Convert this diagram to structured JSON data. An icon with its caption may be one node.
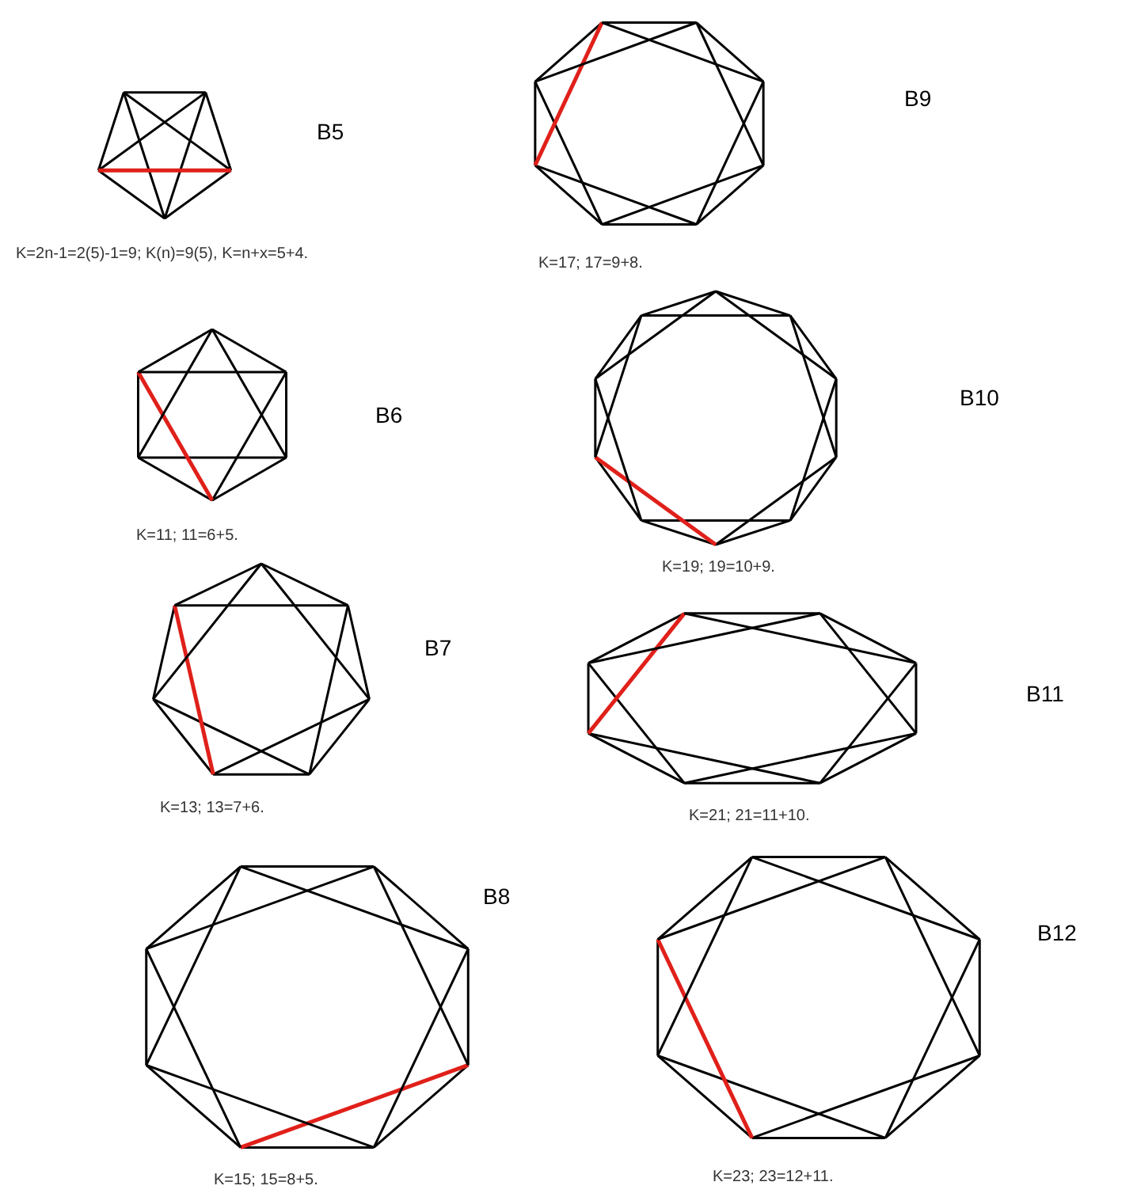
{
  "diagram": {
    "labels": [
      "B5",
      "B9",
      "K=2n-1=2(5)-1=9; K(n)=9(5), K=n+x=5+4.",
      "K=17; 17=9+8.",
      "B6",
      "B10",
      "K=11; 11=6+5.",
      "K=19; 19=10+9.",
      "B7",
      "B11",
      "K=13; 13=7+6.",
      "K=21; 21=11+10.",
      "B8",
      "B12",
      "K=15; 15=8+5.",
      "K=23; 23=12+11."
    ]
  }
}
